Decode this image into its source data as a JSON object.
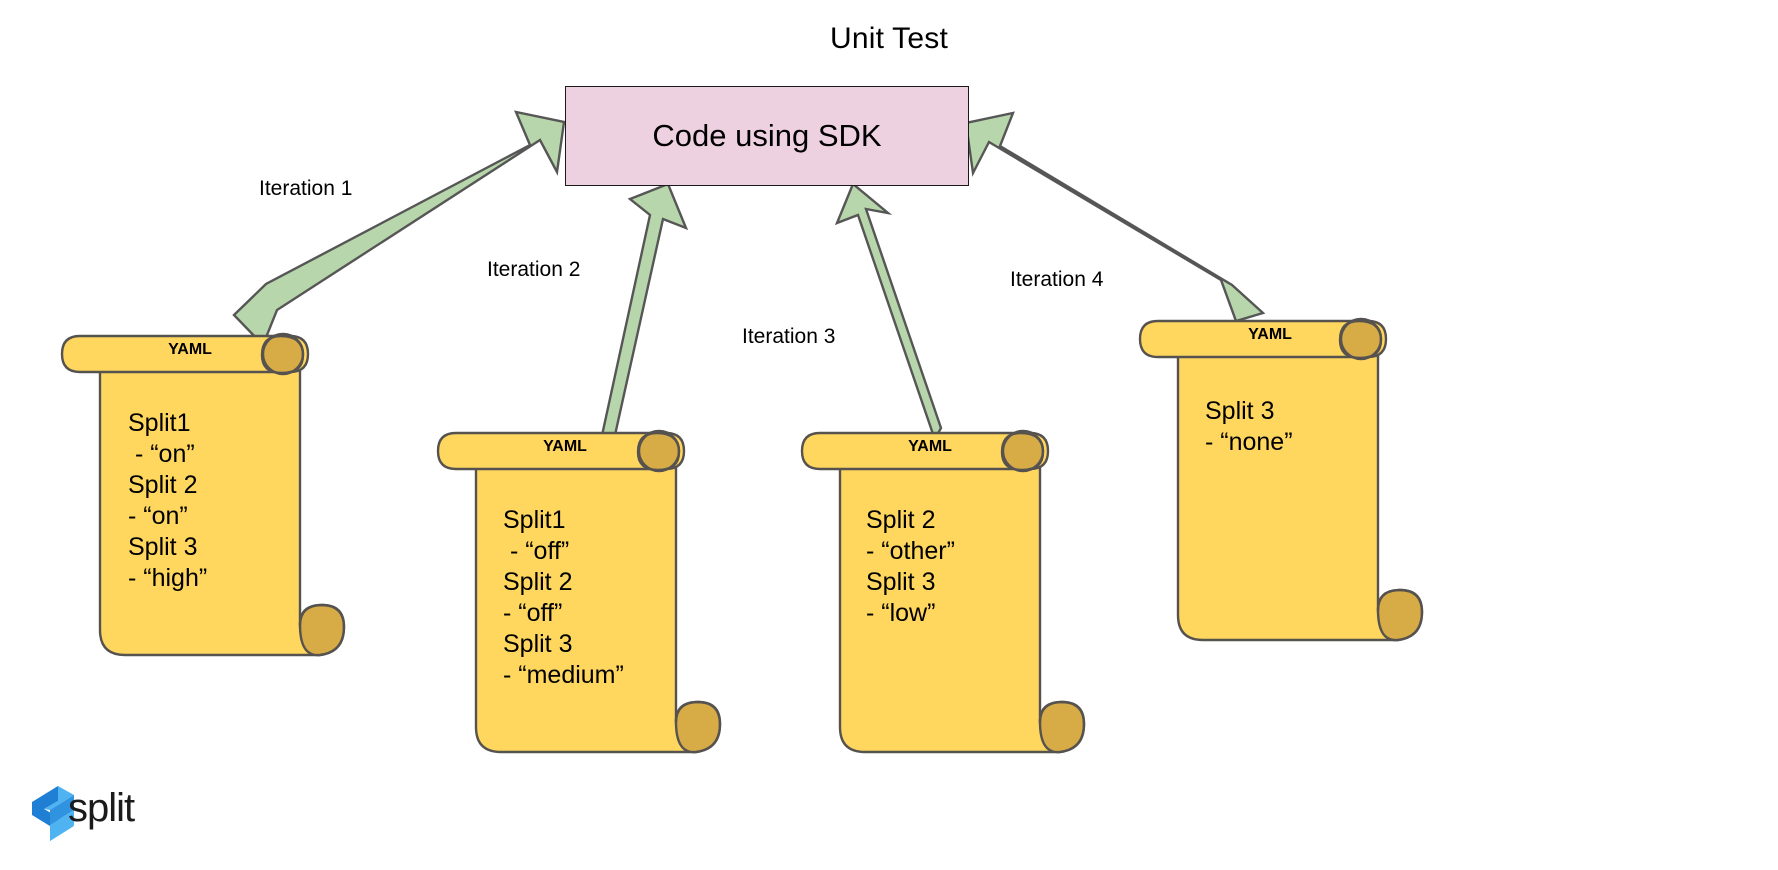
{
  "diagram": {
    "title": "Unit Test",
    "colors": {
      "box_fill": "#eed1e0",
      "box_stroke": "#1a1a1a",
      "arrow_fill": "#b8d6ab",
      "arrow_stroke": "#565656",
      "scroll_fill": "#ffd75e",
      "scroll_curl_fill": "#d7ab45",
      "scroll_stroke": "#56524f",
      "text": "#000000",
      "logo_blue_dark": "#1f7fd4",
      "logo_blue_light": "#4fb3f2"
    },
    "center_node": {
      "label": "Code using SDK",
      "name": "code-using-sdk-box"
    },
    "arrows": [
      {
        "name": "iteration-1-arrow",
        "label": "Iteration 1"
      },
      {
        "name": "iteration-2-arrow",
        "label": "Iteration 2"
      },
      {
        "name": "iteration-3-arrow",
        "label": "Iteration 3"
      },
      {
        "name": "iteration-4-arrow",
        "label": "Iteration 4"
      }
    ],
    "scrolls": [
      {
        "name": "yaml-scroll-1",
        "title": "YAML",
        "lines": [
          "Split1",
          " - “on”",
          "Split 2",
          "- “on”",
          "Split 3",
          "- “high”"
        ],
        "body": "Split1\n - “on”\nSplit 2\n- “on”\nSplit 3\n- “high”"
      },
      {
        "name": "yaml-scroll-2",
        "title": "YAML",
        "lines": [
          "Split1",
          " - “off”",
          "Split 2",
          "- “off”",
          "Split 3",
          "- “medium”"
        ],
        "body": "Split1\n - “off”\nSplit 2\n- “off”\nSplit 3\n- “medium”"
      },
      {
        "name": "yaml-scroll-3",
        "title": "YAML",
        "lines": [
          "Split 2",
          "- “other”",
          "Split 3",
          "- “low”"
        ],
        "body": "Split 2\n- “other”\nSplit 3\n- “low”"
      },
      {
        "name": "yaml-scroll-4",
        "title": "YAML",
        "lines": [
          "Split 3",
          "- “none”"
        ],
        "body": "Split 3\n- “none”"
      }
    ],
    "logo": {
      "name": "split-logo",
      "text": "split",
      "mark": "split-chevron-icon"
    }
  }
}
